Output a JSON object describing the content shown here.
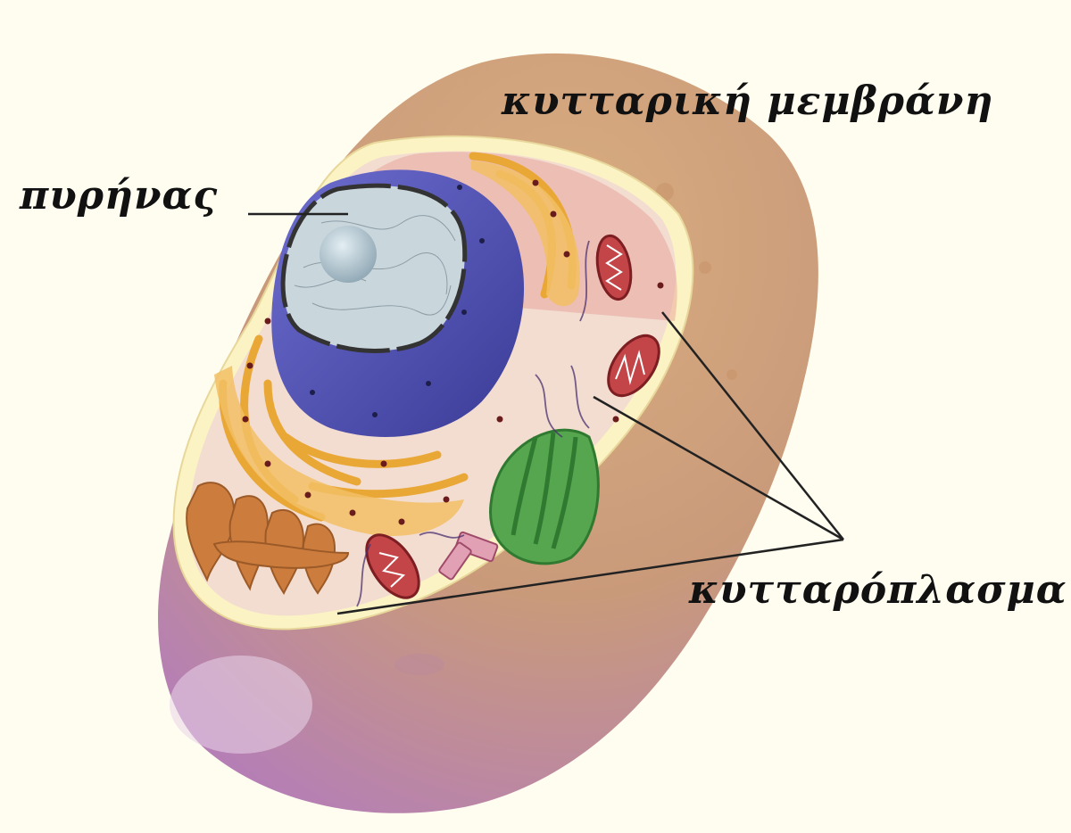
{
  "labels": {
    "membrane": "κυτταρική μεμβράνη",
    "nucleus": "πυρήνας",
    "cytoplasm": "κυτταρόπλασμα"
  },
  "colors": {
    "background": "#fffdf0",
    "cell_body": "#d3a87a",
    "cell_body_lower": "#b985b8",
    "membrane": "#fbf3c4",
    "cytoplasm": "#f3ddd0",
    "nuclear_envelope": "#4f4fb0",
    "nucleoplasm": "#c9d7dd",
    "nucleolus": "#9db1bd",
    "rough_er": "#f2b458",
    "golgi": "#cc7d3e",
    "mitochondria": "#b83c40",
    "chloroplast_like": "#49a048",
    "ribosome": "#6a1b1b",
    "pointer_line": "#222222"
  }
}
